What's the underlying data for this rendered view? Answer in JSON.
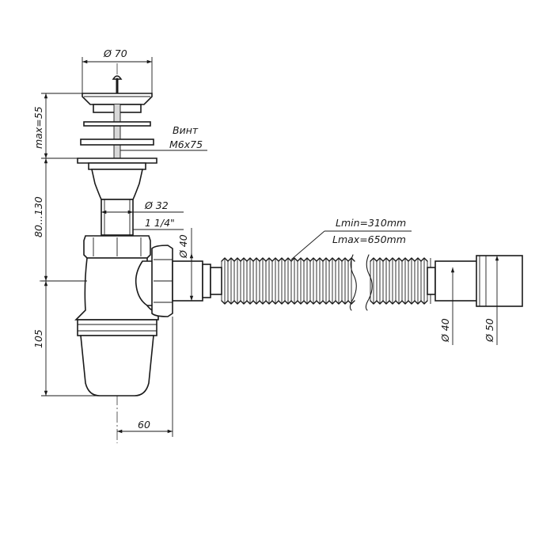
{
  "dimensions": {
    "d70": "Ø 70",
    "max55": "max=55",
    "vint_word": "Винт",
    "vint_spec": "M6x75",
    "d32": "Ø 32",
    "thread": "1 1/4\"",
    "range_80_130": "80...130",
    "d40_vertical": "Ø 40",
    "l_min": "Lmin=310mm",
    "l_max": "Lmax=650mm",
    "h105": "105",
    "w60": "60",
    "d40_outlet": "Ø 40",
    "d50_outlet": "Ø 50"
  },
  "colors": {
    "line": "#1a1a1a",
    "background": "#ffffff",
    "shade": "#d8d8d8"
  }
}
